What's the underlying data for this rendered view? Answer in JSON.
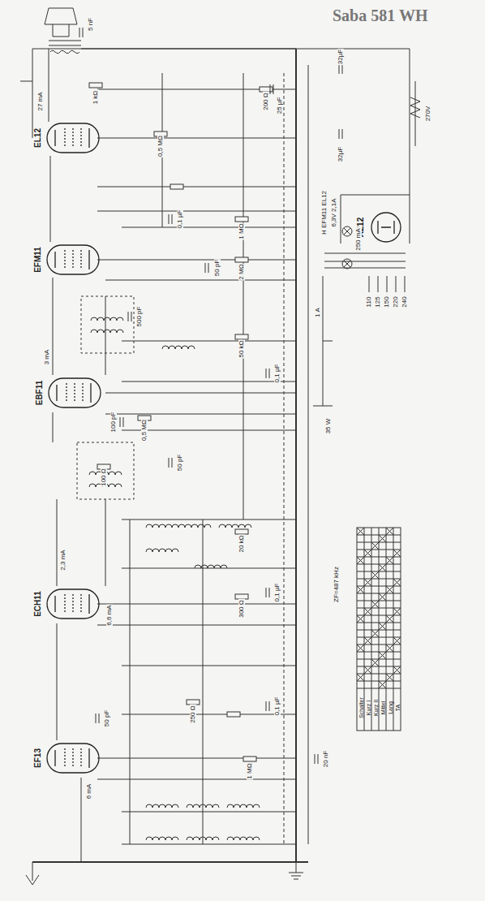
{
  "diagram": {
    "title": "Saba 581 WH",
    "nodes": [
      {
        "text": [
          "EL12"
        ]
      },
      {
        "text": [
          "EFM11"
        ]
      },
      {
        "text": [
          "AZ12"
        ]
      },
      {
        "text": [
          "EBF11"
        ]
      },
      {
        "text": [
          "ECH11"
        ]
      },
      {
        "text": [
          "EF13"
        ]
      }
    ],
    "labels": [
      "ZF=487 kHz",
      "35 W",
      "H EFM11 EL12",
      "6,3V 2,1A",
      "250 mA",
      "110",
      "125",
      "150",
      "220",
      "240",
      "1 A",
      "270V",
      "32µF",
      "32µF",
      "27 mA",
      "3 mA",
      "2,3 mA",
      "6,6 mA",
      "6 mA",
      "1 kΩ",
      "0,5 MΩ",
      "200 Ω",
      "25 µF",
      "5 nF",
      "0,1 µF",
      "1 MΩ",
      "2 MΩ",
      "50 pF",
      "100 pF",
      "0,5 MΩ",
      "500 pF",
      "0,1 µF",
      "50 kΩ",
      "100 Ω",
      "50 pF",
      "20 kΩ",
      "0,1 µF",
      "300 Ω",
      "50 pF",
      "0,1 µF",
      "1 MΩ",
      "250 Ω",
      "20 nF",
      "Schalter",
      "Kurz I",
      "Kurz II",
      "Mittel",
      "Lang",
      "TA"
    ]
  }
}
